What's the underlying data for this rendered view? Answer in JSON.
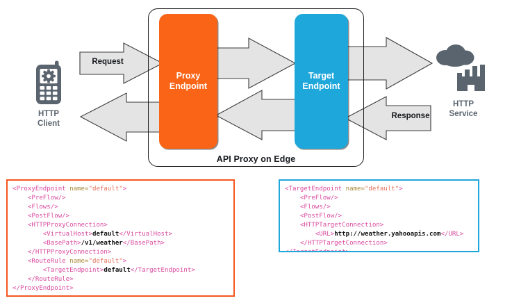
{
  "diagram": {
    "title": "API Proxy on Edge",
    "client": {
      "label_line1": "HTTP",
      "label_line2": "Client",
      "icon": "mobile-phone-gear-icon"
    },
    "service": {
      "label_line1": "HTTP",
      "label_line2": "Service",
      "icon": "cloud-factory-icon"
    },
    "proxy_endpoint": {
      "line1": "Proxy",
      "line2": "Endpoint",
      "color": "#F96416"
    },
    "target_endpoint": {
      "line1": "Target",
      "line2": "Endpoint",
      "color": "#1EA7DB"
    },
    "arrows": [
      {
        "name": "request",
        "label": "Request",
        "direction": "right"
      },
      {
        "name": "proxy-to-target",
        "label": "",
        "direction": "right"
      },
      {
        "name": "target-to-service",
        "label": "",
        "direction": "right"
      },
      {
        "name": "response",
        "label": "Response",
        "direction": "left"
      },
      {
        "name": "target-to-proxy",
        "label": "",
        "direction": "left"
      },
      {
        "name": "proxy-to-client",
        "label": "",
        "direction": "left"
      }
    ],
    "colors": {
      "orange": "#F96416",
      "blue": "#1EA7DB",
      "arrow_fill": "#E4E4E4",
      "arrow_stroke": "#3b3b3b",
      "icon_gray": "#5a646e"
    }
  },
  "xml_proxy": {
    "border_color": "#F4561E",
    "lines": [
      [
        {
          "t": "tg",
          "v": "<ProxyEndpoint "
        },
        {
          "t": "at",
          "v": "name="
        },
        {
          "t": "av",
          "v": "\"default\""
        },
        {
          "t": "tg",
          "v": ">"
        }
      ],
      [
        {
          "t": "tg",
          "v": "    <PreFlow/>"
        }
      ],
      [
        {
          "t": "tg",
          "v": "    <Flows/>"
        }
      ],
      [
        {
          "t": "tg",
          "v": "    <PostFlow/>"
        }
      ],
      [
        {
          "t": "tg",
          "v": "    <HTTPProxyConnection>"
        }
      ],
      [
        {
          "t": "tg",
          "v": "        <VirtualHost>"
        },
        {
          "t": "tx",
          "v": "default"
        },
        {
          "t": "tg",
          "v": "</VirtualHost>"
        }
      ],
      [
        {
          "t": "tg",
          "v": "        <BasePath>"
        },
        {
          "t": "tx",
          "v": "/v1/weather"
        },
        {
          "t": "tg",
          "v": "</BasePath>"
        }
      ],
      [
        {
          "t": "tg",
          "v": "    </HTTPProxyConnection>"
        }
      ],
      [
        {
          "t": "tg",
          "v": "    <RouteRule "
        },
        {
          "t": "at",
          "v": "name="
        },
        {
          "t": "av",
          "v": "\"default\""
        },
        {
          "t": "tg",
          "v": ">"
        }
      ],
      [
        {
          "t": "tg",
          "v": "        <TargetEndpoint>"
        },
        {
          "t": "tx",
          "v": "default"
        },
        {
          "t": "tg",
          "v": "</TargetEndpoint>"
        }
      ],
      [
        {
          "t": "tg",
          "v": "    </RouteRule>"
        }
      ],
      [
        {
          "t": "tg",
          "v": "</ProxyEndpoint>"
        }
      ]
    ]
  },
  "xml_target": {
    "border_color": "#1EA7DB",
    "lines": [
      [
        {
          "t": "tg",
          "v": "<TargetEndpoint "
        },
        {
          "t": "at",
          "v": "name="
        },
        {
          "t": "av",
          "v": "\"default\""
        },
        {
          "t": "tg",
          "v": ">"
        }
      ],
      [
        {
          "t": "tg",
          "v": "    <PreFlow/>"
        }
      ],
      [
        {
          "t": "tg",
          "v": "    <Flows/>"
        }
      ],
      [
        {
          "t": "tg",
          "v": "    <PostFlow/>"
        }
      ],
      [
        {
          "t": "tg",
          "v": "    <HTTPTargetConnection>"
        }
      ],
      [
        {
          "t": "tg",
          "v": "        <URL>"
        },
        {
          "t": "tx",
          "v": "http://weather.yahooapis.com"
        },
        {
          "t": "tg",
          "v": "</URL>"
        }
      ],
      [
        {
          "t": "tg",
          "v": "    </HTTPTargetConnection>"
        }
      ],
      [
        {
          "t": "tg",
          "v": "</TargetEndpoint>"
        }
      ]
    ]
  }
}
